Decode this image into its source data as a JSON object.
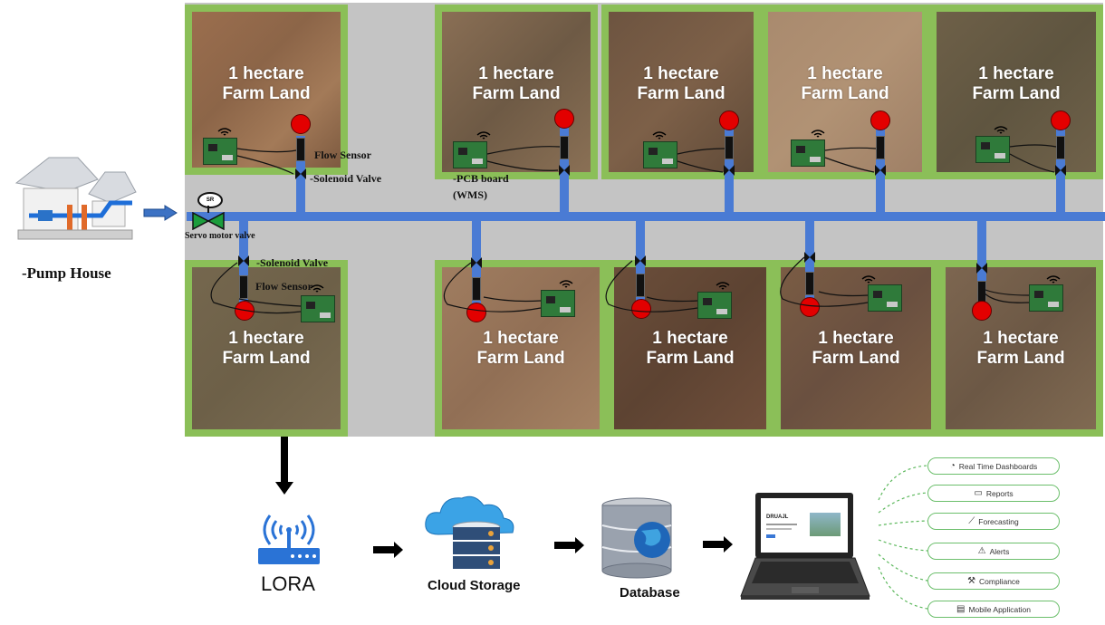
{
  "fields": [
    {
      "label": "1  hectare\nFarm Land"
    },
    {
      "label": "1  hectare\nFarm Land"
    },
    {
      "label": "1  hectare\nFarm Land"
    },
    {
      "label": "1  hectare\nFarm Land"
    },
    {
      "label": "1  hectare\nFarm Land"
    },
    {
      "label": "1  hectare\nFarm Land"
    },
    {
      "label": "1  hectare\nFarm Land"
    },
    {
      "label": "1  hectare\nFarm Land"
    },
    {
      "label": "1  hectare\nFarm Land"
    },
    {
      "label": "1  hectare\nFarm Land"
    }
  ],
  "annotations": {
    "flow_sensor_top": "Flow Sensor",
    "solenoid_top": "-Solenoid Valve",
    "pcb_board": "-PCB board",
    "wms": "(WMS)",
    "servo": "Servo motor valve",
    "solenoid_bottom": "-Solenoid Valve",
    "flow_sensor_bottom": "Flow Sensor",
    "servo_badge": "SR"
  },
  "pump_house": "-Pump House",
  "pipeline": {
    "lora": "LORA",
    "cloud": "Cloud Storage",
    "database": "Database",
    "screen_title": "DRUAJL"
  },
  "features": [
    {
      "label": "Real Time Dashboards",
      "icon": "gauge-icon",
      "glyph": "◔"
    },
    {
      "label": "Reports",
      "icon": "clipboard-icon",
      "glyph": "▭"
    },
    {
      "label": "Forecasting",
      "icon": "trend-chart-icon",
      "glyph": "⟋"
    },
    {
      "label": "Alerts",
      "icon": "warning-icon",
      "glyph": "⚠"
    },
    {
      "label": "Compliance",
      "icon": "gavel-icon",
      "glyph": "⚒"
    },
    {
      "label": "Mobile Application",
      "icon": "mobile-app-icon",
      "glyph": "▤"
    }
  ],
  "colors": {
    "pipe": "#4a7bd4",
    "field_border": "#8bbf58",
    "road": "#c4c4c4",
    "sensor_cap": "#e30000",
    "pill_border": "#6cbf6c"
  }
}
